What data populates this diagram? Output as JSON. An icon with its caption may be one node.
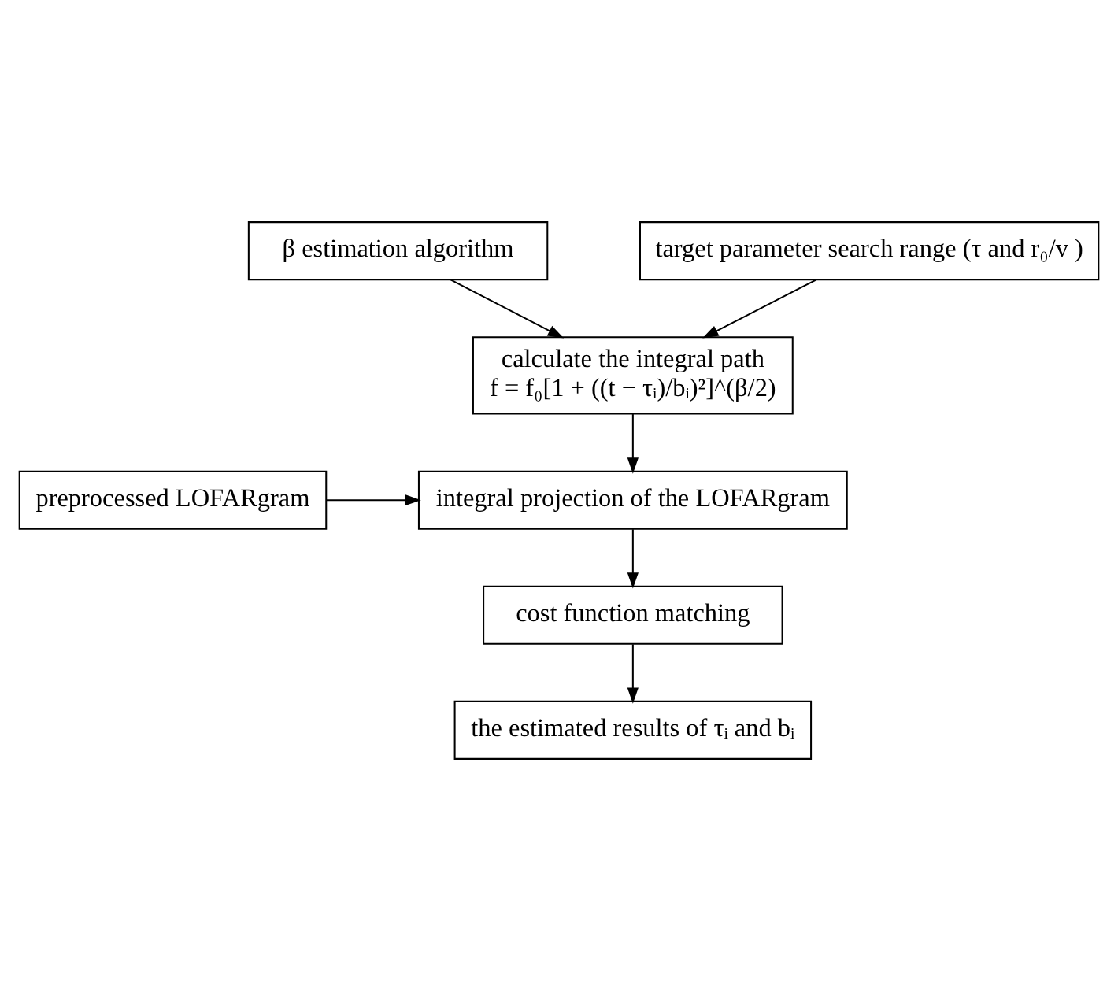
{
  "diagram": {
    "nodes": [
      {
        "text": [
          "β estimation algorithm"
        ]
      },
      {
        "text": [
          "target parameter search range (τ and r₀/v )"
        ]
      },
      {
        "text": [
          "calculate the integral path",
          "f = f₀[1 + ((t − τᵢ)/bᵢ)²]^(β/2)"
        ]
      },
      {
        "text": [
          "preprocessed LOFARgram"
        ]
      },
      {
        "text": [
          "integral projection of the LOFARgram"
        ]
      },
      {
        "text": [
          "cost function matching"
        ]
      },
      {
        "text": [
          "the estimated results of τᵢ and bᵢ"
        ]
      }
    ],
    "edges": [
      {
        "from": 0,
        "to": 2,
        "arrow": "to"
      },
      {
        "from": 1,
        "to": 2,
        "arrow": "to"
      },
      {
        "from": 2,
        "to": 4,
        "arrow": "to"
      },
      {
        "from": 3,
        "to": 4,
        "arrow": "to"
      },
      {
        "from": 4,
        "to": 5,
        "arrow": "to"
      },
      {
        "from": 5,
        "to": 6,
        "arrow": "to"
      }
    ]
  }
}
